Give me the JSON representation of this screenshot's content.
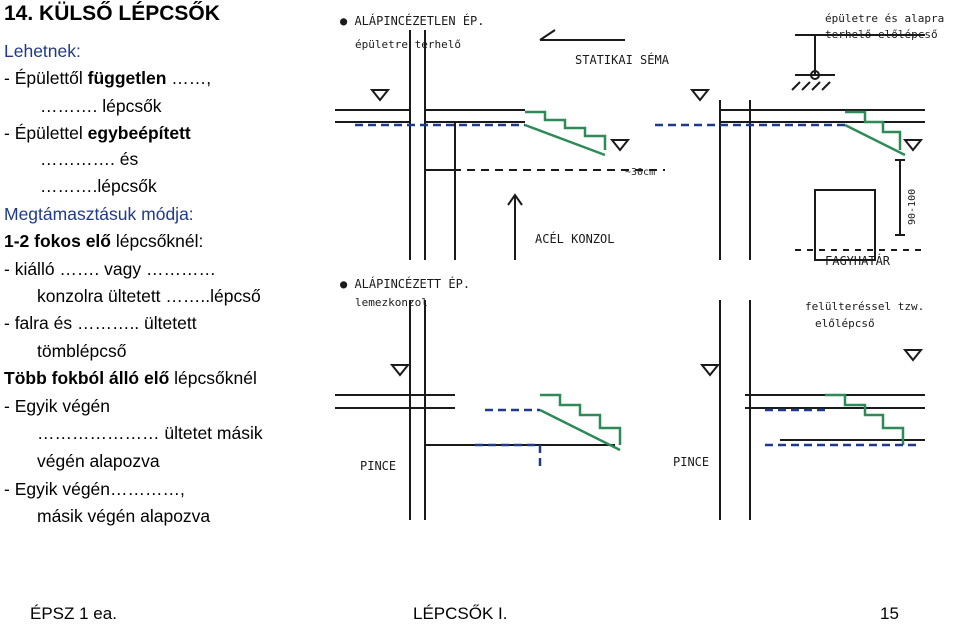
{
  "slide": {
    "title": "14. KÜLSŐ LÉPCSŐK",
    "lines": [
      {
        "id": "l1",
        "parts": [
          {
            "t": "Lehetnek:",
            "b": false
          }
        ]
      },
      {
        "id": "l2",
        "parts": [
          {
            "t": "- Épülettől ",
            "b": false
          },
          {
            "t": "független",
            "b": true
          },
          {
            "t": " ……,",
            "b": false
          }
        ]
      },
      {
        "id": "l3",
        "parts": [
          {
            "t": "………. lépcsők",
            "b": false
          }
        ]
      },
      {
        "id": "l4",
        "parts": [
          {
            "t": "- Épülettel ",
            "b": false
          },
          {
            "t": "egybeépített",
            "b": true
          }
        ]
      },
      {
        "id": "l5",
        "parts": [
          {
            "t": "…………. és",
            "b": false
          }
        ]
      },
      {
        "id": "l6",
        "parts": [
          {
            "t": "……….lépcsők",
            "b": false
          }
        ]
      },
      {
        "id": "l7",
        "parts": [
          {
            "t": "Megtámasztásuk módja:",
            "b": false
          }
        ]
      },
      {
        "id": "l8",
        "parts": [
          {
            "t": "1-2 fokos elő",
            "b": true
          },
          {
            "t": " lépcsőknél:",
            "b": false
          }
        ]
      },
      {
        "id": "l9",
        "parts": [
          {
            "t": "- kiálló ……. vagy …………",
            "b": false
          }
        ]
      },
      {
        "id": "l10",
        "parts": [
          {
            "t": "konzolra ültetett ……..lépcső",
            "b": false
          }
        ]
      },
      {
        "id": "l11",
        "parts": [
          {
            "t": "- falra és ……….. ültetett",
            "b": false
          }
        ]
      },
      {
        "id": "l12",
        "parts": [
          {
            "t": "tömblépcső",
            "b": false
          }
        ]
      },
      {
        "id": "l13",
        "parts": [
          {
            "t": "Több fokból álló elő",
            "b": true
          },
          {
            "t": " lépcsőknél",
            "b": false
          }
        ]
      },
      {
        "id": "l14",
        "parts": [
          {
            "t": "- Egyik végén",
            "b": false
          }
        ]
      },
      {
        "id": "l15",
        "parts": [
          {
            "t": "………………… ültetet másik",
            "b": false
          }
        ]
      },
      {
        "id": "l16",
        "parts": [
          {
            "t": "végén alapozva",
            "b": false
          }
        ]
      },
      {
        "id": "l17",
        "parts": [
          {
            "t": "- Egyik végén…………,",
            "b": false
          }
        ]
      },
      {
        "id": "l18",
        "parts": [
          {
            "t": "másik végén alapozva",
            "b": false
          }
        ]
      }
    ]
  },
  "sketch": {
    "labels": {
      "alapince_tlen": "● ALÁPINCÉZETLEN ÉP.",
      "epuletre_terhelo": "épületre terhelő",
      "statikai_sema": "STATIKAI SÉMA",
      "epuletre_es_alapra": "épületre és alapra",
      "terhelo_elolepcso": "terhelő előlépcső",
      "harminc_cm": "~30cm",
      "acel_konzol": "ACÉL KONZOL",
      "fagyhatar": "FAGYHATÁR",
      "kilencven_szaz": "90-100",
      "alapincezett": "● ALÁPINCÉZETT ÉP.",
      "lemezkonzol": "lemezkonzol",
      "felulteressel": "felülteréssel tzw.",
      "elolepcso": "előlépcső",
      "pince_1": "PINCE",
      "pince_2": "PINCE"
    }
  },
  "footer": {
    "left": "ÉPSZ 1 ea.",
    "center": "LÉPCSŐK I.",
    "page": "15"
  },
  "colors": {
    "text": "#000000",
    "sketch_green": "#2e8b57",
    "sketch_blue": "#1f3a8a",
    "sketch_ink": "#1a1a1a"
  }
}
